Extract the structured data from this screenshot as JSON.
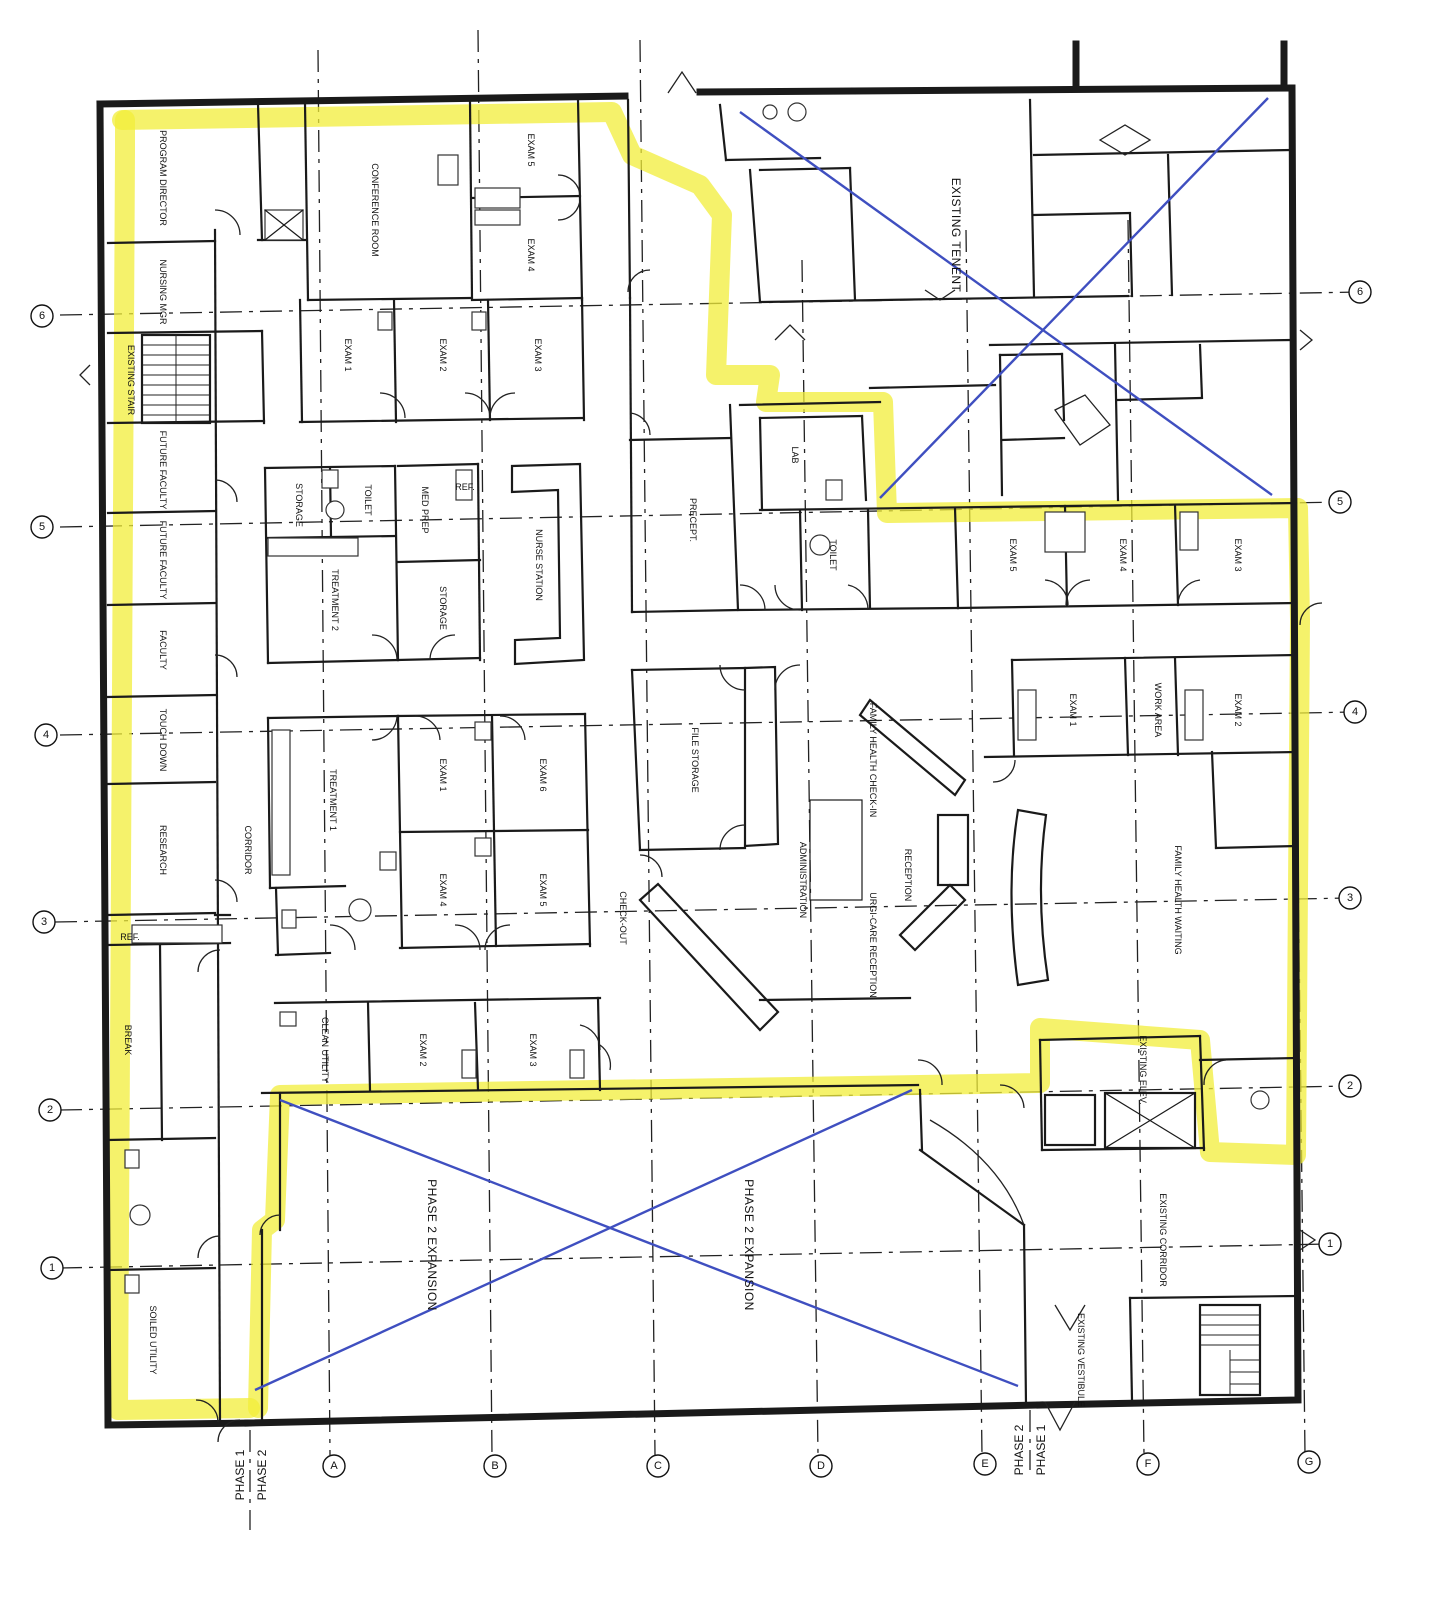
{
  "colors": {
    "highlight": "#f2ee3a",
    "cross_out": "#3f4fc0",
    "linework": "#1a1a1a"
  },
  "grid_rows": [
    "6",
    "5",
    "4",
    "3",
    "2",
    "1"
  ],
  "grid_cols": [
    "A",
    "B",
    "C",
    "D",
    "E",
    "F",
    "G"
  ],
  "phase_markers": {
    "left": {
      "top": "PHASE 1",
      "bottom": "PHASE 2"
    },
    "right": {
      "top": "PHASE 2",
      "bottom": "PHASE 1"
    }
  },
  "areas": {
    "existing_tenant": "EXISTING TENENT",
    "phase2_left": "PHASE 2 EXPANSION",
    "phase2_right": "PHASE 2 EXPANSION"
  },
  "rooms": {
    "program_director": "PROGRAM DIRECTOR",
    "nursing_manager": "NURSING MGR",
    "existing_stair": "EXISTING STAIR",
    "future_faculty_1": "FUTURE FACULTY",
    "future_faculty_2": "FUTURE FACULTY",
    "faculty": "FACULTY",
    "touch_down": "TOUCH DOWN",
    "research": "RESEARCH",
    "corridor_west": "CORRIDOR",
    "break_room": "BREAK",
    "soiled_utility": "SOILED UTILITY",
    "conference": "CONFERENCE ROOM",
    "exam_5_top": "EXAM 5",
    "exam_4_top": "EXAM 4",
    "exam_1_top": "EXAM 1",
    "exam_2_top": "EXAM 2",
    "exam_3_top": "EXAM 3",
    "storage_top": "STORAGE",
    "toilet_top": "TOILET",
    "med_prep": "MED PREP",
    "treatment_2": "TREATMENT 2",
    "storage_mid": "STORAGE",
    "nurse_station": "NURSE STATION",
    "treatment_1": "TREATMENT 1",
    "exam_1_mid": "EXAM 1",
    "exam_6_mid": "EXAM 6",
    "exam_4_mid": "EXAM 4",
    "exam_5_mid": "EXAM 5",
    "clean_utility": "CLEAN UTILITY",
    "exam_2_low": "EXAM 2",
    "exam_3_low": "EXAM 3",
    "precept": "PRECEPT.",
    "lab": "LAB",
    "toilet_lab": "TOILET",
    "file_storage": "FILE STORAGE",
    "administration": "ADMINISTRATION",
    "family_health_checkin": "FAMILY HEALTH CHECK-IN",
    "checkout": "CHECK-OUT",
    "reception": "RECEPTION",
    "urgent_care_reception": "URGI-CARE RECEPTION",
    "exam_5_right": "EXAM 5",
    "exam_4_right": "EXAM 4",
    "exam_3_right": "EXAM 3",
    "exam_1_right": "EXAM 1",
    "exam_2_right": "EXAM 2",
    "work_area": "WORK AREA",
    "family_health_waiting": "FAMILY HEALTH WAITING",
    "existing_elevator": "EXISTING ELEV.",
    "existing_vestibule": "EXISTING VESTIBULE",
    "existing_corridor": "EXISTING CORRIDOR",
    "refrigerator_1": "REF.",
    "refrigerator_2": "REF."
  }
}
